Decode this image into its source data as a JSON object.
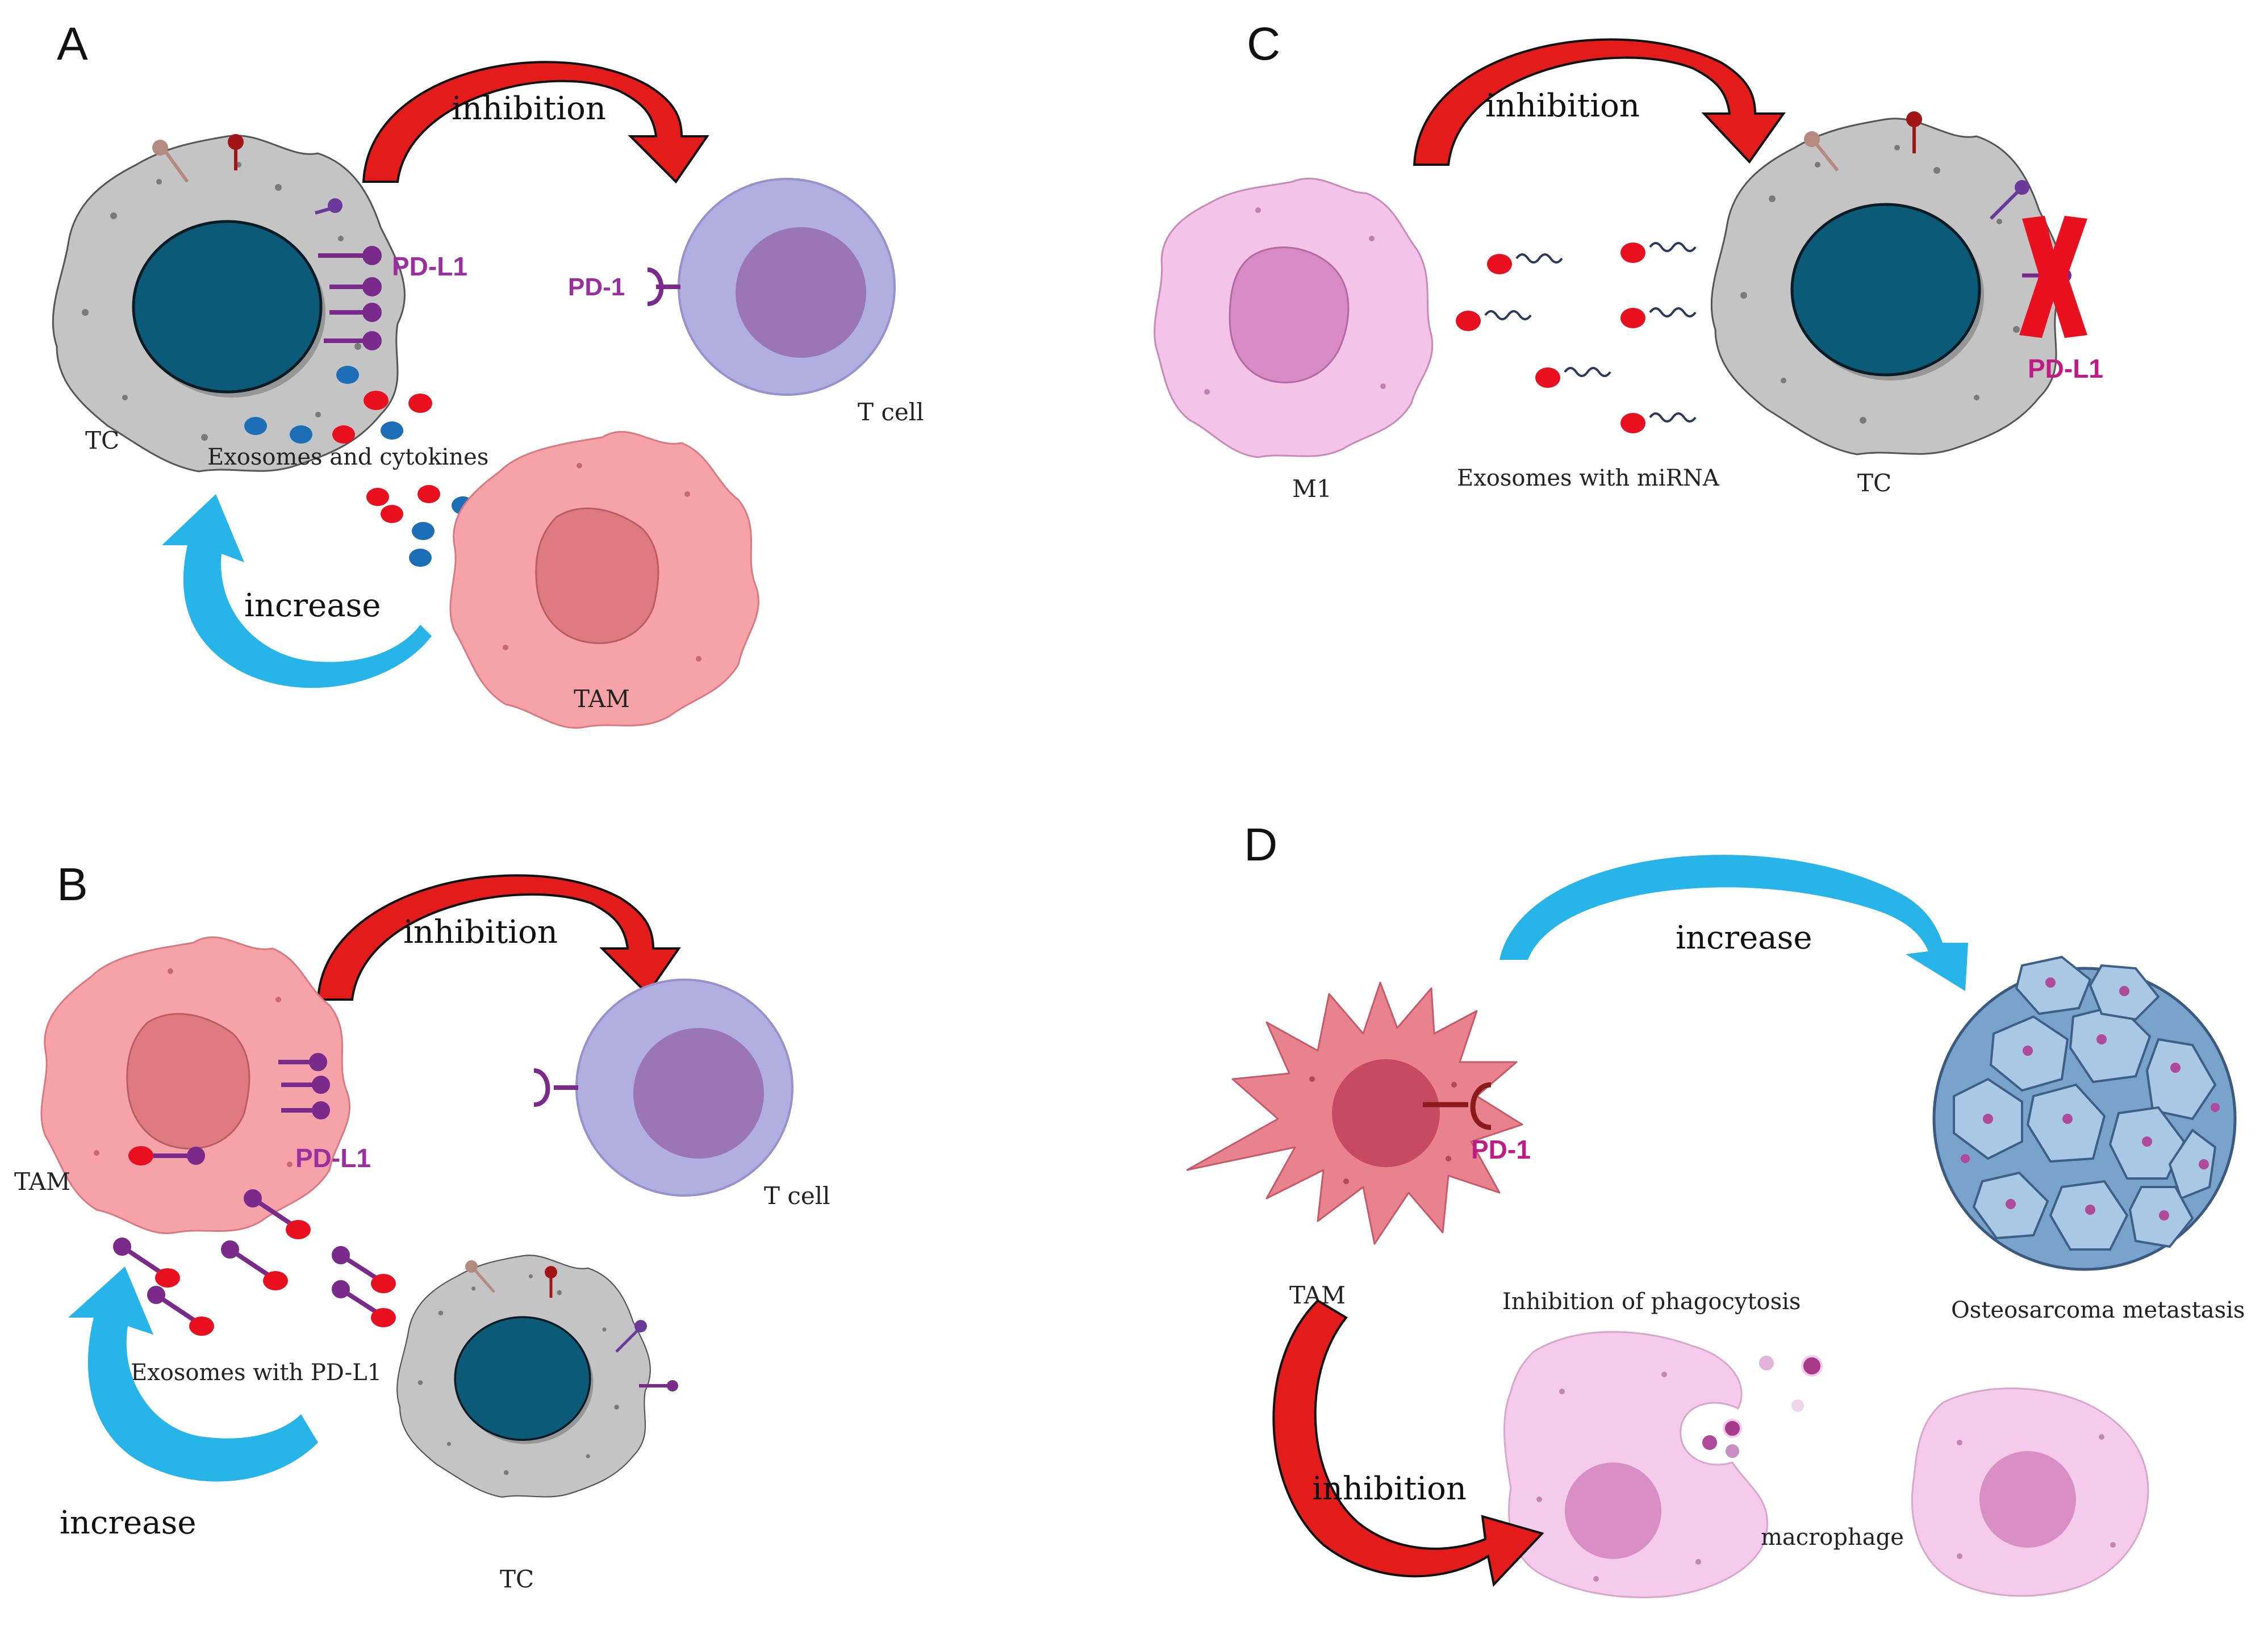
{
  "panels": {
    "a": {
      "letter": "A",
      "inhibition": "inhibition",
      "increase": "increase",
      "pdl1": "PD-L1",
      "pd1": "PD-1",
      "tc": "TC",
      "tcell": "T cell",
      "tam": "TAM",
      "exosomes": "Exosomes and cytokines"
    },
    "b": {
      "letter": "B",
      "inhibition": "inhibition",
      "increase": "increase",
      "pdl1": "PD-L1",
      "tam": "TAM",
      "tcell": "T cell",
      "tc": "TC",
      "exosomes": "Exosomes with PD-L1"
    },
    "c": {
      "letter": "C",
      "inhibition": "inhibition",
      "m1": "M1",
      "exosomes": "Exosomes with miRNA",
      "tc": "TC",
      "pdl1": "PD-L1"
    },
    "d": {
      "letter": "D",
      "increase": "increase",
      "inhibition": "inhibition",
      "pd1": "PD-1",
      "tam": "TAM",
      "phago": "Inhibition of phagocytosis",
      "osteo": "Osteosarcoma metastasis",
      "macrophage": "macrophage"
    }
  },
  "colors": {
    "tumor_cell": "#c4c4c4",
    "nucleus": "#0a5a78",
    "tcell_outer": "#b1aee0",
    "tcell_inner": "#9b76b4",
    "tam": "#f5a3a8",
    "tam_nucleus": "#df7a80",
    "red_arrow": "#e31b1b",
    "blue_arrow": "#27b4e8",
    "exosome_red": "#e8101e",
    "exosome_blue": "#1c6fb6",
    "receptor": "#7a2a8a",
    "label_purple": "#9b2fa0",
    "label_magenta": "#c01a86",
    "m1": "#f3c3e8",
    "macrophage": "#f4cbeb",
    "osteo": "#8fb7dc"
  }
}
